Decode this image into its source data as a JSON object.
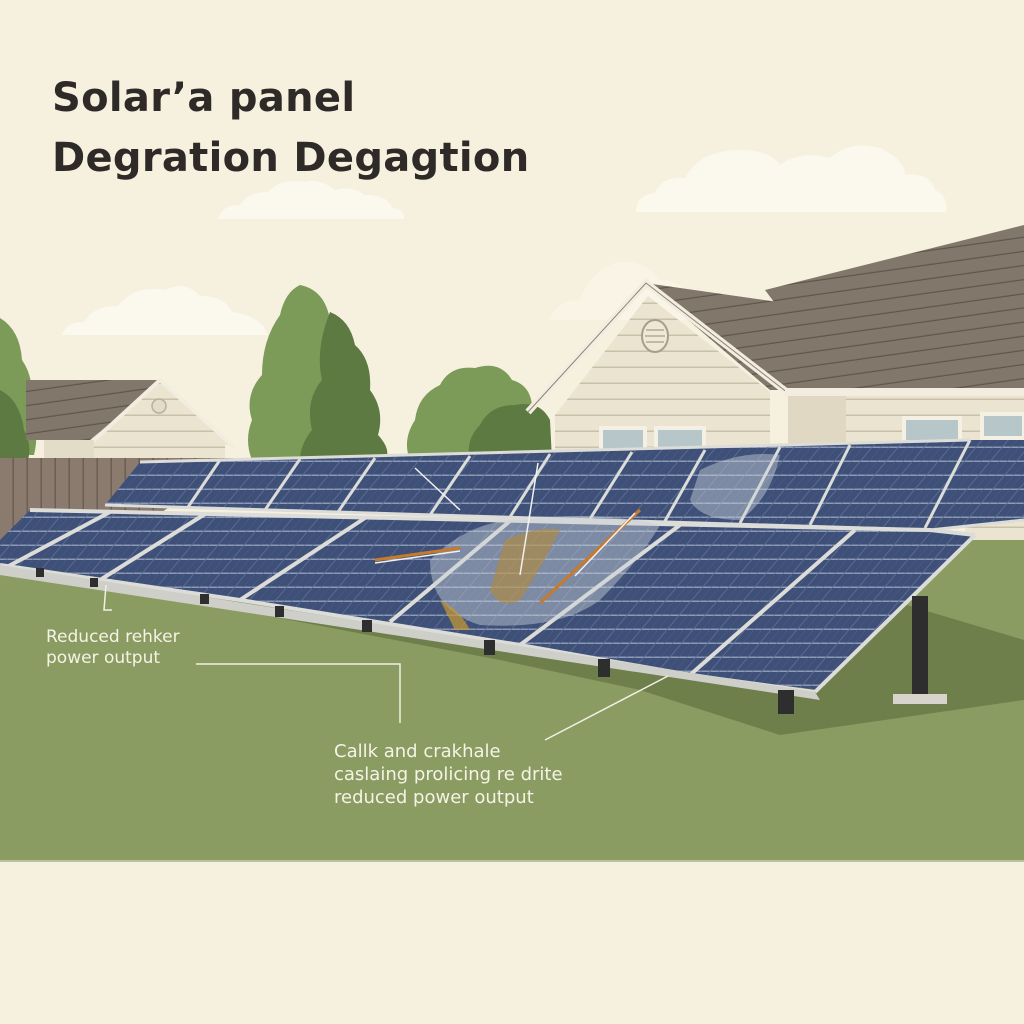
{
  "title": {
    "line1": "Solar’a panel",
    "line2": "Degration Degagtion"
  },
  "annotations": {
    "left": {
      "line1": "Reduced rehker",
      "line2": "power output"
    },
    "center": {
      "line1": "Callk and crakhale",
      "line2": "caslaing prolicing re drite",
      "line3": "reduced power output"
    }
  },
  "colors": {
    "sky": "#f6f0df",
    "cloud": "#fbf8ee",
    "grass": "#8b9c62",
    "grass_shadow": "#6f7f4c",
    "tree_light": "#7c9a58",
    "tree_dark": "#5d7a42",
    "roof": "#7f756a",
    "siding": "#ebe4d0",
    "fence": "#8a7b6e",
    "panel": "#3e5078",
    "panel_frame": "#dcdcd8",
    "post": "#2e2e2e",
    "damage_orange": "#c87a2a",
    "title_text": "#2e2a27",
    "label_text": "#f5f3e6"
  }
}
